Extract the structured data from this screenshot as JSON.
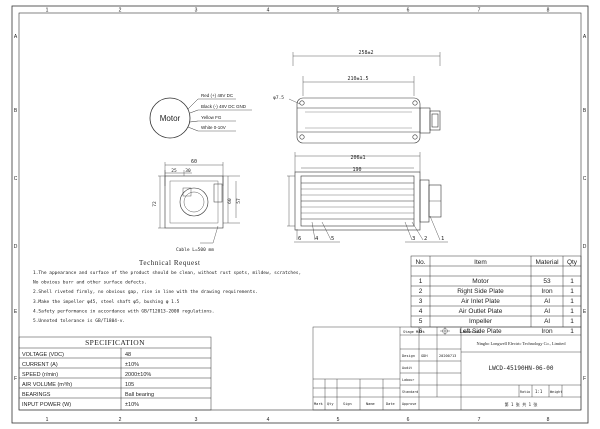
{
  "border": {
    "cols": [
      "1",
      "2",
      "3",
      "4",
      "5",
      "6",
      "7",
      "8"
    ],
    "rows": [
      "A",
      "B",
      "C",
      "D",
      "E",
      "F"
    ]
  },
  "motor": {
    "label": "Motor",
    "wires": [
      "Red (+) 48V DC",
      "Black (-) 48V DC GND",
      "Yellow FG",
      "White 0-10V"
    ]
  },
  "dims": {
    "overall_length": "258±2",
    "body_length": "210±1.5",
    "hole_dia": "φ7.5",
    "front_length": "206±1",
    "inner_length": "190",
    "side_width": "60",
    "side_a": "25",
    "side_b": "30",
    "side_h1": "72",
    "side_h2": "60",
    "side_h3": "57",
    "cable": "Cable L=500 mm"
  },
  "callouts": [
    "6",
    "4",
    "5",
    "3",
    "2",
    "1"
  ],
  "technical": {
    "title": "Technical Request",
    "lines": [
      "1.The appearance and surface of the product should be clean, without rust spots, mildew, scratches,",
      "  No obvious burr and other surface defects.",
      "2.Shell riveted firmly, no obvious gap, rise in line with the drawing requirements.",
      "3.Make the impeller φ45, steel shaft φ5, bushing φ 1.5",
      "4.Safety performance in accordance with GB/T12013-2008 regulations.",
      "5.Unnoted tolerance is GB/T1804-v."
    ]
  },
  "spec": {
    "title": "SPECIFICATION",
    "rows": [
      {
        "label": "VOLTAGE (VDC)",
        "value": "48"
      },
      {
        "label": "CURRENT  (A)",
        "value": "±10%"
      },
      {
        "label": "SPEED  (r/min)",
        "value": "2000±10%"
      },
      {
        "label": "AIR  VOLUME  (m³/h)",
        "value": "105"
      },
      {
        "label": "BEARINGS",
        "value": "Ball bearing"
      },
      {
        "label": "INPUT  POWER  (W)",
        "value": "±10%"
      }
    ]
  },
  "bom": {
    "headers": [
      "No.",
      "Item",
      "Material",
      "Qty"
    ],
    "rows": [
      {
        "no": "1",
        "item": "Motor",
        "material": "53",
        "qty": "1"
      },
      {
        "no": "2",
        "item": "Right Side Plate",
        "material": "Iron",
        "qty": "1"
      },
      {
        "no": "3",
        "item": "Air Inlet Plate",
        "material": "Al",
        "qty": "1"
      },
      {
        "no": "4",
        "item": "Air Outlet Plate",
        "material": "Al",
        "qty": "1"
      },
      {
        "no": "5",
        "item": "Impeller",
        "material": "Al",
        "qty": "1"
      },
      {
        "no": "6",
        "item": "Left Side Plate",
        "material": "Iron",
        "qty": "1"
      }
    ]
  },
  "titleblock": {
    "stage_mark": "Stage Mark",
    "material": "Material",
    "company": "Ningbo Longwell Electric Technology Co., Limited",
    "part_no": "LWCD-45190HN-06-00",
    "design": "Design",
    "designer": "GDH",
    "date": "20200713",
    "audit": "Audit",
    "labour": "Labour",
    "standard": "Standard",
    "approve": "Approve",
    "mark": "Mark",
    "qty": "Qty",
    "sign": "Sign",
    "name": "Name",
    "date_label": "Date",
    "scale_label": "Ratio",
    "scale": "1:1",
    "weight": "Weight",
    "sheet": "第 1 张  共 1 张"
  }
}
